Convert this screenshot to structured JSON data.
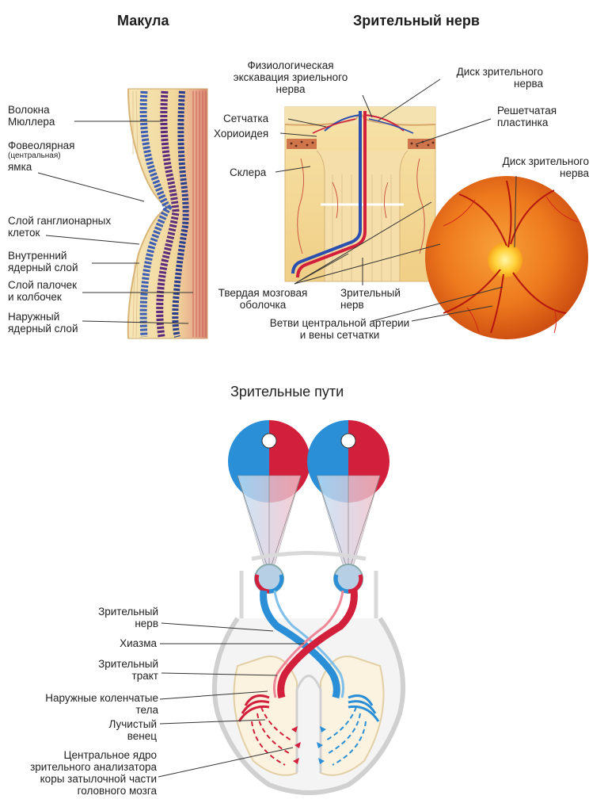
{
  "macula": {
    "title": "Макула",
    "labels": {
      "muller_line1": "Волокна",
      "muller_line2": "Мюллера",
      "foveolar_line1": "Фовеолярная",
      "foveolar_small": "(центральная)",
      "foveolar_line3": "ямка",
      "ganglion_line1": "Слой ганглионарных",
      "ganglion_line2": "клеток",
      "inner_line1": "Внутренний",
      "inner_line2": "ядерный слой",
      "rods_line1": "Слой палочек",
      "rods_line2": "и колбочек",
      "outer_line1": "Наружный",
      "outer_line2": "ядерный слой"
    }
  },
  "optic_nerve": {
    "title": "Зрительный нерв",
    "labels": {
      "excavation_line1": "Физиологическая",
      "excavation_line2": "экскавация зриельного",
      "excavation_line3": "нерва",
      "disc_top_line1": "Диск зрительного",
      "disc_top_line2": "нерва",
      "retina": "Сетчатка",
      "choroid": "Хориоидея",
      "lamina_line1": "Решетчатая",
      "lamina_line2": "пластинка",
      "disc_right_line1": "Диск зрительного",
      "disc_right_line2": "нерва",
      "sclera": "Склера",
      "dura_line1": "Твердая мозговая",
      "dura_line2": "оболочка",
      "nerve_line1": "Зрительный",
      "nerve_line2": "нерв",
      "branches_line1": "Ветви центральной артерии",
      "branches_line2": "и вены сетчатки"
    }
  },
  "visual_pathways": {
    "title": "Зрительные пути",
    "labels": {
      "nerve_line1": "Зрительный",
      "nerve_line2": "нерв",
      "chiasm": "Хиазма",
      "tract_line1": "Зрительный",
      "tract_line2": "тракт",
      "lgb_line1": "Наружные коленчатые",
      "lgb_line2": "тела",
      "radiation_line1": "Лучистый",
      "radiation_line2": "венец",
      "cortex_line1": "Центральное ядро",
      "cortex_line2": "зрительного анализатора",
      "cortex_line3": "коры затылочной части",
      "cortex_line4": "головного мозга"
    }
  },
  "colors": {
    "red": "#d21f3c",
    "blue": "#2a8fd6",
    "tissue": "#f3d9a0",
    "retina_orange": "#e8731e"
  }
}
